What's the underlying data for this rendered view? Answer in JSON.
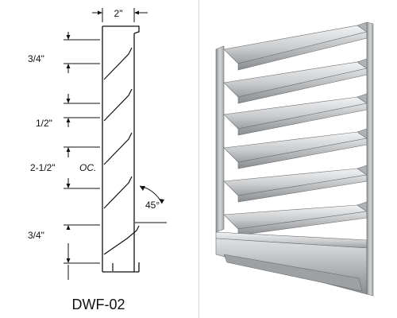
{
  "drawing": {
    "width_label": "2\"",
    "top_spacing_label": "3/4\"",
    "blade_gap_label": "1/2\"",
    "blade_pitch_label": "2-1/2\"",
    "blade_pitch_suffix": "OC.",
    "angle_label": "45°",
    "bottom_spacing_label": "3/4\""
  },
  "model_label": "DWF-02",
  "colors": {
    "line": "#111111",
    "divider": "#d8d8d8",
    "louver_light": "#e8e9ea",
    "louver_mid": "#b9bbbd",
    "louver_dark": "#7f8285",
    "louver_edge": "#5d6063"
  }
}
